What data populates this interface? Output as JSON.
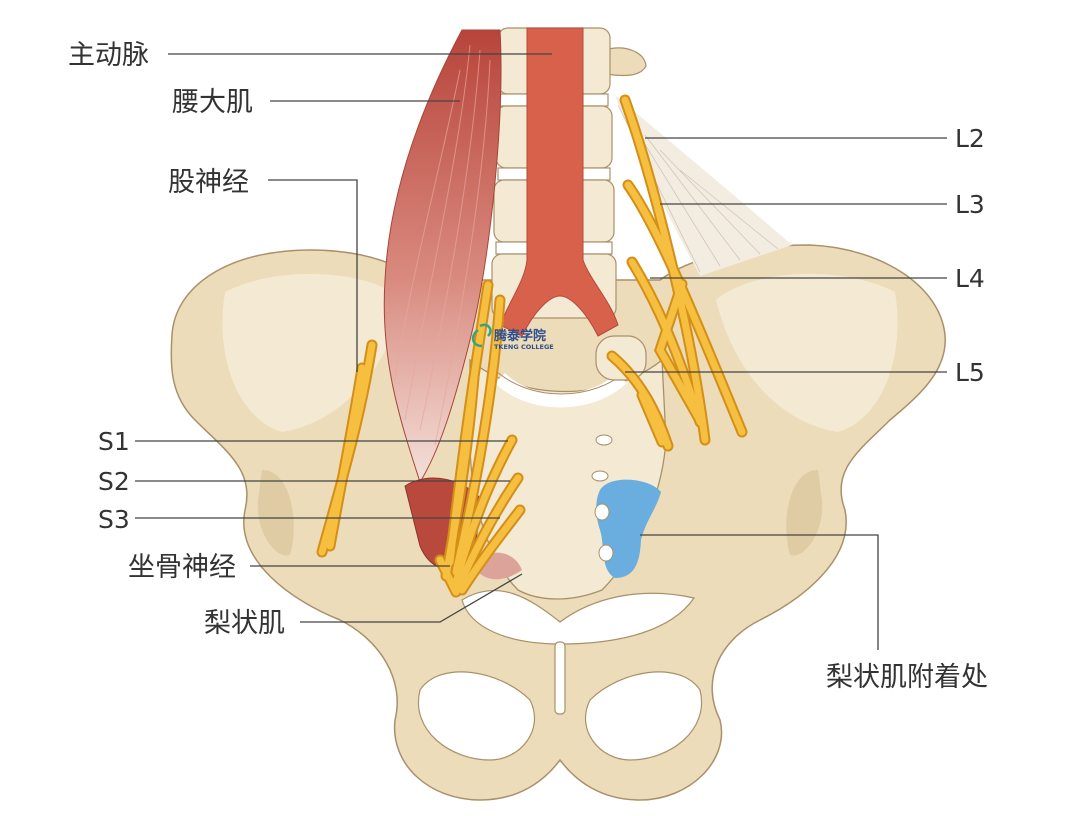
{
  "labels": {
    "aorta": "主动脉",
    "psoas_major": "腰大肌",
    "femoral_nerve": "股神经",
    "l2": "L2",
    "l3": "L3",
    "l4": "L4",
    "l5": "L5",
    "s1": "S1",
    "s2": "S2",
    "s3": "S3",
    "sciatic_nerve": "坐骨神经",
    "piriformis": "梨状肌",
    "piriformis_attachment": "梨状肌附着处"
  },
  "watermark": {
    "name_cn": "腾泰学院",
    "name_en": "TKENG COLLEGE"
  },
  "colors": {
    "bone": "#ecdcb9",
    "bone_light": "#f4e9d2",
    "bone_outline": "#a8916a",
    "disc": "#ffffff",
    "aorta": "#d8614b",
    "piriformis": "#b9493d",
    "nerve": "#f6bf3f",
    "nerve_outline": "#d38f17",
    "attachment": "#6aaee0",
    "fan": "#f3ece1"
  }
}
